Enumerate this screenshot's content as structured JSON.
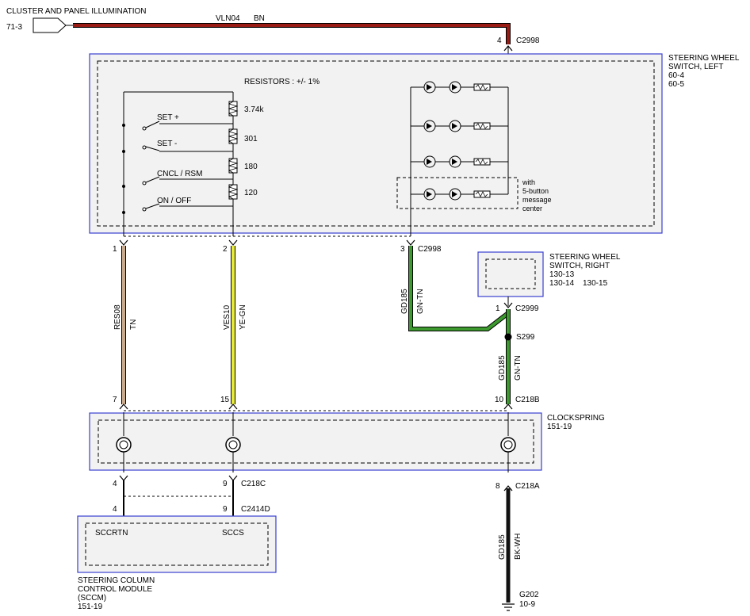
{
  "feed": {
    "title": "CLUSTER AND PANEL ILLUMINATION",
    "ref": "71-3",
    "circuit": "VLN04",
    "color": "BN",
    "pin": "4",
    "connector": "C2998"
  },
  "left_switch": {
    "title_line1": "STEERING WHEEL",
    "title_line2": "SWITCH, LEFT",
    "ref1": "60-4",
    "ref2": "60-5",
    "resistors_title": "RESISTORS : +/- 1%",
    "resistors": [
      "3.74k",
      "301",
      "180",
      "120"
    ],
    "switches": [
      "SET +",
      "SET -",
      "CNCL / RSM",
      "ON / OFF"
    ],
    "note_line1": "with",
    "note_line2": "5-button",
    "note_line3": "message",
    "note_line4": "center"
  },
  "wires": {
    "w1": {
      "pin_top": "1",
      "circuit": "RES08",
      "color": "TN",
      "pin_bottom": "7"
    },
    "w2": {
      "pin_top": "2",
      "circuit": "VES10",
      "color": "YE-GN",
      "pin_bottom": "15"
    },
    "w3": {
      "pin_top": "3",
      "connector_top": "C2998",
      "circuit": "GD185",
      "color": "GN-TN"
    },
    "w4": {
      "pin_top": "1",
      "connector_top": "C2999",
      "splice": "S299",
      "circuit": "GD185",
      "color": "GN-TN",
      "pin_bottom": "10",
      "connector_bottom": "C218B"
    }
  },
  "right_switch": {
    "title_line1": "STEERING WHEEL",
    "title_line2": "SWITCH, RIGHT",
    "ref1": "130-13",
    "ref2": "130-14",
    "ref3": "130-15"
  },
  "clockspring": {
    "title": "CLOCKSPRING",
    "ref": "151-19",
    "pin_a": "4",
    "pin_b": "9",
    "connector_c": "C218C",
    "pin_right": "8",
    "connector_a": "C218A"
  },
  "ground": {
    "circuit": "GD185",
    "color": "BK-WH",
    "id": "G202",
    "ref": "10-9"
  },
  "sccm": {
    "pin_a": "4",
    "pin_b": "9",
    "connector": "C2414D",
    "label_a": "SCCRTN",
    "label_b": "SCCS",
    "title_line1": "STEERING COLUMN",
    "title_line2": "CONTROL MODULE",
    "title_line3": "(SCCM)",
    "ref": "151-19"
  },
  "colors": {
    "brown_wire": "#9a1b14",
    "tan_wire": "#c8ab8f",
    "yellow_wire": "#e8ea3a",
    "green_wire": "#3c9a2e",
    "black_wire": "#111111",
    "module_border": "#3a3fd0",
    "module_fill": "#f2f2f2"
  }
}
